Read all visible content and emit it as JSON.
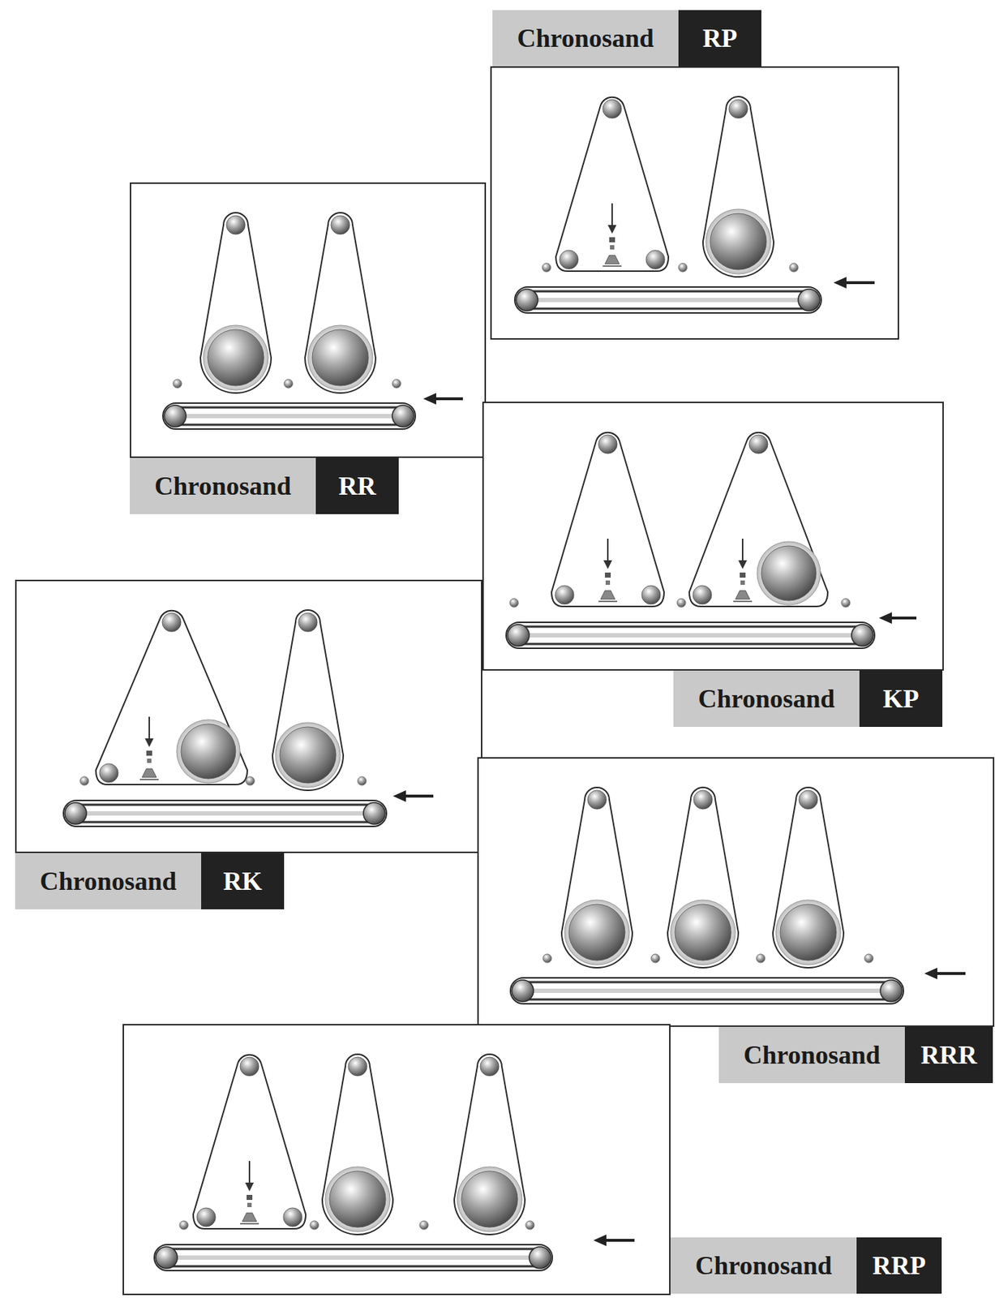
{
  "diagram": {
    "nodes": [
      {
        "text": [
          "Chronosand",
          "RP"
        ]
      },
      {
        "text": [
          "Chronosand",
          "RR"
        ]
      },
      {
        "text": [
          "Chronosand",
          "KP"
        ]
      },
      {
        "text": [
          "Chronosand",
          "RK"
        ]
      },
      {
        "text": [
          "Chronosand",
          "RRR"
        ]
      },
      {
        "text": [
          "Chronosand",
          "RRP"
        ]
      }
    ]
  }
}
